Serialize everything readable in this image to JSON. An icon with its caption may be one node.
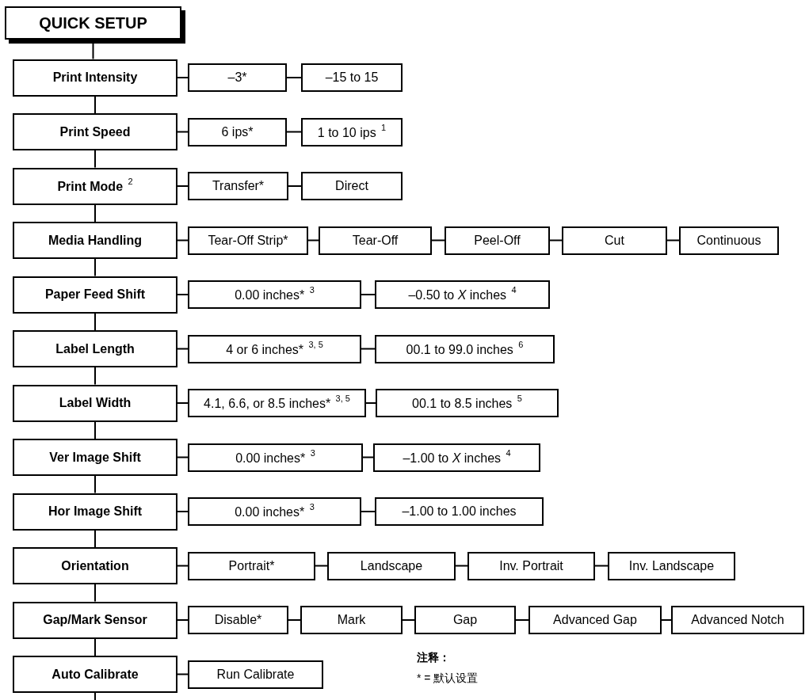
{
  "diagram": {
    "nodes": [
      {
        "text": [
          "QUICK SETUP"
        ]
      },
      {
        "text": [
          "Print Intensity"
        ]
      },
      {
        "text": [
          "–3*"
        ]
      },
      {
        "text": [
          "–15 to 15"
        ]
      },
      {
        "text": [
          "Print Speed"
        ]
      },
      {
        "text": [
          "6 ips*"
        ]
      },
      {
        "text": [
          "1 to 10 ips $^{1}$"
        ]
      },
      {
        "text": [
          "Print Mode $^{2}$"
        ]
      },
      {
        "text": [
          "Transfer*"
        ]
      },
      {
        "text": [
          "Direct"
        ]
      },
      {
        "text": [
          "Media Handling"
        ]
      },
      {
        "text": [
          "Tear-Off Strip*"
        ]
      },
      {
        "text": [
          "Tear-Off"
        ]
      },
      {
        "text": [
          "Peel-Off"
        ]
      },
      {
        "text": [
          "Cut"
        ]
      },
      {
        "text": [
          "Continuous"
        ]
      },
      {
        "text": [
          "Paper Feed Shift"
        ]
      },
      {
        "text": [
          "0.00 inches* $^{3}$"
        ]
      },
      {
        "text": [
          "–0.50 to *X* inches $^{4}$"
        ]
      },
      {
        "text": [
          "Label Length"
        ]
      },
      {
        "text": [
          "4 or 6 inches* $^{3, 5}$"
        ]
      },
      {
        "text": [
          "00.1 to 99.0 inches $^{6}$"
        ]
      },
      {
        "text": [
          "Label Width"
        ]
      },
      {
        "text": [
          "4.1, 6.6, or 8.5 inches* $^{3, 5}$"
        ]
      },
      {
        "text": [
          "00.1 to 8.5 inches $^{5}$"
        ]
      },
      {
        "text": [
          "Ver Image Shift"
        ]
      },
      {
        "text": [
          "0.00 inches* $^{3}$"
        ]
      },
      {
        "text": [
          "–1.00 to *X* inches $^{4}$"
        ]
      },
      {
        "text": [
          "Hor Image Shift"
        ]
      },
      {
        "text": [
          "0.00 inches* $^{3}$"
        ]
      },
      {
        "text": [
          "–1.00 to 1.00 inches"
        ]
      },
      {
        "text": [
          "Orientation"
        ]
      },
      {
        "text": [
          "Portrait*"
        ]
      },
      {
        "text": [
          "Landscape"
        ]
      },
      {
        "text": [
          "Inv. Portrait"
        ]
      },
      {
        "text": [
          "Inv. Landscape"
        ]
      },
      {
        "text": [
          "Gap/Mark Sensor"
        ]
      },
      {
        "text": [
          "Disable*"
        ]
      },
      {
        "text": [
          "Mark"
        ]
      },
      {
        "text": [
          "Gap"
        ]
      },
      {
        "text": [
          "Advanced Gap"
        ]
      },
      {
        "text": [
          "Advanced Notch"
        ]
      },
      {
        "text": [
          "Auto Calibrate"
        ]
      },
      {
        "text": [
          "Run Calibrate"
        ]
      }
    ],
    "edges": [
      {
        "from": 0,
        "to": 1,
        "arrow": "none"
      },
      {
        "from": 1,
        "to": 2,
        "arrow": "none"
      },
      {
        "from": 2,
        "to": 3,
        "arrow": "none"
      },
      {
        "from": 1,
        "to": 4,
        "arrow": "none"
      },
      {
        "from": 4,
        "to": 5,
        "arrow": "none"
      },
      {
        "from": 5,
        "to": 6,
        "arrow": "none"
      },
      {
        "from": 4,
        "to": 7,
        "arrow": "none"
      },
      {
        "from": 7,
        "to": 8,
        "arrow": "none"
      },
      {
        "from": 8,
        "to": 9,
        "arrow": "none"
      },
      {
        "from": 7,
        "to": 10,
        "arrow": "none"
      },
      {
        "from": 10,
        "to": 11,
        "arrow": "none"
      },
      {
        "from": 11,
        "to": 12,
        "arrow": "none"
      },
      {
        "from": 12,
        "to": 13,
        "arrow": "none"
      },
      {
        "from": 13,
        "to": 14,
        "arrow": "none"
      },
      {
        "from": 14,
        "to": 15,
        "arrow": "none"
      },
      {
        "from": 10,
        "to": 16,
        "arrow": "none"
      },
      {
        "from": 16,
        "to": 17,
        "arrow": "none"
      },
      {
        "from": 17,
        "to": 18,
        "arrow": "none"
      },
      {
        "from": 16,
        "to": 19,
        "arrow": "none"
      },
      {
        "from": 19,
        "to": 20,
        "arrow": "none"
      },
      {
        "from": 20,
        "to": 21,
        "arrow": "none"
      },
      {
        "from": 19,
        "to": 22,
        "arrow": "none"
      },
      {
        "from": 22,
        "to": 23,
        "arrow": "none"
      },
      {
        "from": 23,
        "to": 24,
        "arrow": "none"
      },
      {
        "from": 22,
        "to": 25,
        "arrow": "none"
      },
      {
        "from": 25,
        "to": 26,
        "arrow": "none"
      },
      {
        "from": 26,
        "to": 27,
        "arrow": "none"
      },
      {
        "from": 25,
        "to": 28,
        "arrow": "none"
      },
      {
        "from": 28,
        "to": 29,
        "arrow": "none"
      },
      {
        "from": 29,
        "to": 30,
        "arrow": "none"
      },
      {
        "from": 28,
        "to": 31,
        "arrow": "none"
      },
      {
        "from": 31,
        "to": 32,
        "arrow": "none"
      },
      {
        "from": 32,
        "to": 33,
        "arrow": "none"
      },
      {
        "from": 33,
        "to": 34,
        "arrow": "none"
      },
      {
        "from": 34,
        "to": 35,
        "arrow": "none"
      },
      {
        "from": 31,
        "to": 36,
        "arrow": "none"
      },
      {
        "from": 36,
        "to": 37,
        "arrow": "none"
      },
      {
        "from": 37,
        "to": 38,
        "arrow": "none"
      },
      {
        "from": 38,
        "to": 39,
        "arrow": "none"
      },
      {
        "from": 39,
        "to": 40,
        "arrow": "none"
      },
      {
        "from": 40,
        "to": 41,
        "arrow": "none"
      },
      {
        "from": 36,
        "to": 42,
        "arrow": "none"
      },
      {
        "from": 42,
        "to": 43,
        "arrow": "none"
      },
      {
        "from": 42,
        "to": null,
        "arrow": "none"
      }
    ],
    "labels": [
      "注释：",
      "* = 默认设置"
    ]
  }
}
